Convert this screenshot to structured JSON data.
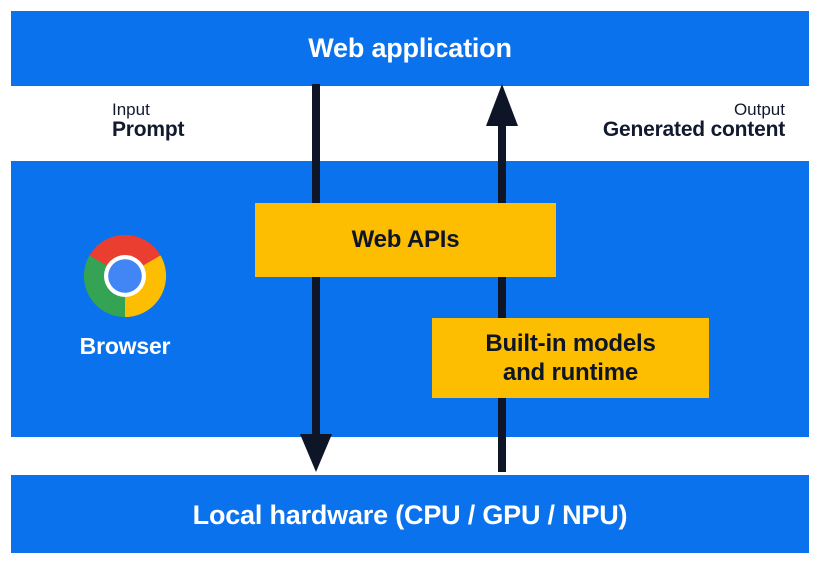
{
  "diagram": {
    "title": "Web application",
    "bands": {
      "top_label": "Web application",
      "bottom_label": "Local hardware (CPU / GPU / NPU)"
    },
    "flows": [
      {
        "id": "input",
        "kind": "Input",
        "value": "Prompt",
        "direction": "down",
        "icon": "arrow-down-icon"
      },
      {
        "id": "output",
        "kind": "Output",
        "value": "Generated content",
        "direction": "up",
        "icon": "arrow-up-icon"
      }
    ],
    "browser": {
      "label": "Browser",
      "icon": "chrome-logo-icon"
    },
    "boxes": [
      {
        "id": "web-apis",
        "label": "Web APIs"
      },
      {
        "id": "builtin-models",
        "line1": "Built-in models",
        "line2": "and runtime"
      }
    ],
    "colors": {
      "band_blue": "#0b72ed",
      "box_amber": "#fdbd01",
      "arrow_navy": "#0d1526",
      "text_on_blue": "#ffffff",
      "text_dark": "#111a2e",
      "chrome_red": "#ea3e30",
      "chrome_yellow": "#fdbd01",
      "chrome_green": "#34a353",
      "chrome_blue": "#4285f4",
      "background": "#ffffff"
    }
  }
}
